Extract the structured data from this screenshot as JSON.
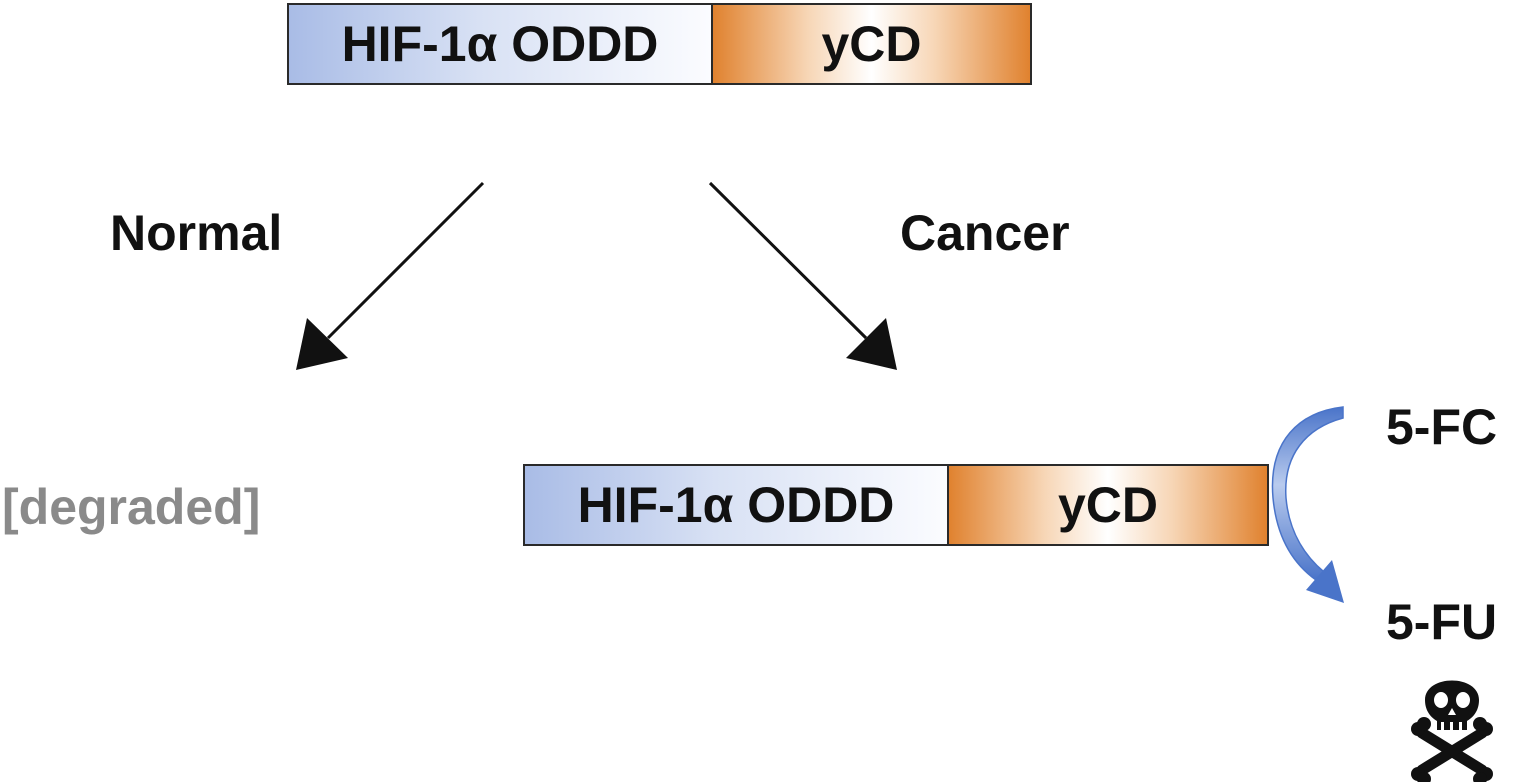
{
  "top_construct": {
    "domain_1": "HIF-1α ODDD",
    "domain_2": "yCD"
  },
  "bottom_construct": {
    "domain_1": "HIF-1α ODDD",
    "domain_2": "yCD"
  },
  "branches": {
    "left_label": "Normal",
    "right_label": "Cancer"
  },
  "outcomes": {
    "normal_result": "[degraded]",
    "substrate": "5-FC",
    "product": "5-FU"
  },
  "icons": {
    "conversion_arrow": "curved-arrow-icon",
    "toxicity": "skull-crossbones-icon"
  },
  "colors": {
    "oddd_domain": "#a9bce6",
    "ycd_domain": "#e0822f",
    "conversion_arrow": "#5b86d6",
    "degraded_text": "#8a8a8a"
  }
}
